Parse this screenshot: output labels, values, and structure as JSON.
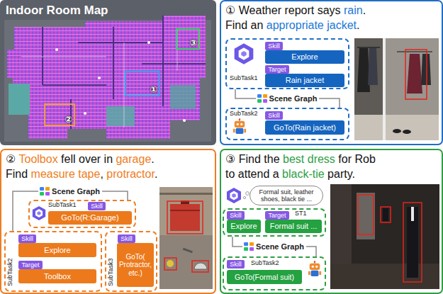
{
  "diagram": {
    "nodes": [
      {
        "text": [
          "Indoor Room Map"
        ]
      },
      {
        "text": [
          "①"
        ],
        "in": 0
      },
      {
        "text": [
          "②"
        ],
        "in": 0
      },
      {
        "text": [
          "③"
        ],
        "in": 0
      },
      {
        "text": [
          "① Weather report says rain. Find an appropriate jacket."
        ]
      },
      {
        "text": [
          "SubTask1"
        ],
        "in": 4
      },
      {
        "text": [
          "Skill"
        ],
        "in": 5
      },
      {
        "text": [
          "Explore"
        ],
        "in": 5
      },
      {
        "text": [
          "Target"
        ],
        "in": 5
      },
      {
        "text": [
          "Rain jacket"
        ],
        "in": 5
      },
      {
        "text": [
          "SubTask2"
        ],
        "in": 4
      },
      {
        "text": [
          "Skill"
        ],
        "in": 10
      },
      {
        "text": [
          "GoTo(Rain jacket)"
        ],
        "in": 10
      },
      {
        "text": [
          "② Toolbox fell over in garage. Find measure tape, protractor."
        ]
      },
      {
        "text": [
          "SubTask1"
        ],
        "in": 13
      },
      {
        "text": [
          "Skill"
        ],
        "in": 14
      },
      {
        "text": [
          "GoTo(R:Garage)"
        ],
        "in": 14
      },
      {
        "text": [
          "SubTask2"
        ],
        "in": 13
      },
      {
        "text": [
          "Skill"
        ],
        "in": 17
      },
      {
        "text": [
          "Explore"
        ],
        "in": 17
      },
      {
        "text": [
          "Target"
        ],
        "in": 17
      },
      {
        "text": [
          "Toolbox"
        ],
        "in": 17
      },
      {
        "text": [
          "SubTask3"
        ],
        "in": 13
      },
      {
        "text": [
          "Skill"
        ],
        "in": 22
      },
      {
        "text": [
          "GoTo( Protractor, etc.)"
        ],
        "in": 22
      },
      {
        "text": [
          "③ Find the best dress for Rob to attend a black-tie party."
        ]
      },
      {
        "text": [
          "Formal suit, leather shoes, black tie ..."
        ],
        "in": 25
      },
      {
        "text": [
          "ST1"
        ],
        "in": 25
      },
      {
        "text": [
          "Skill"
        ],
        "in": 27
      },
      {
        "text": [
          "Explore"
        ],
        "in": 27
      },
      {
        "text": [
          "Target"
        ],
        "in": 27
      },
      {
        "text": [
          "Formal suit ..."
        ],
        "in": 27
      },
      {
        "text": [
          "SubTask2"
        ],
        "in": 25
      },
      {
        "text": [
          "Skill"
        ],
        "in": 32
      },
      {
        "text": [
          "GoTo(Formal suit)"
        ],
        "in": 32
      }
    ],
    "edges": [
      {
        "from": 5,
        "to": 10,
        "label": "Scene Graph",
        "arrow": "none"
      },
      {
        "from": 14,
        "to": 17,
        "label": "Scene Graph",
        "arrow": "none"
      },
      {
        "from": 27,
        "to": 32,
        "label": "Scene Graph",
        "arrow": "none"
      }
    ]
  }
}
